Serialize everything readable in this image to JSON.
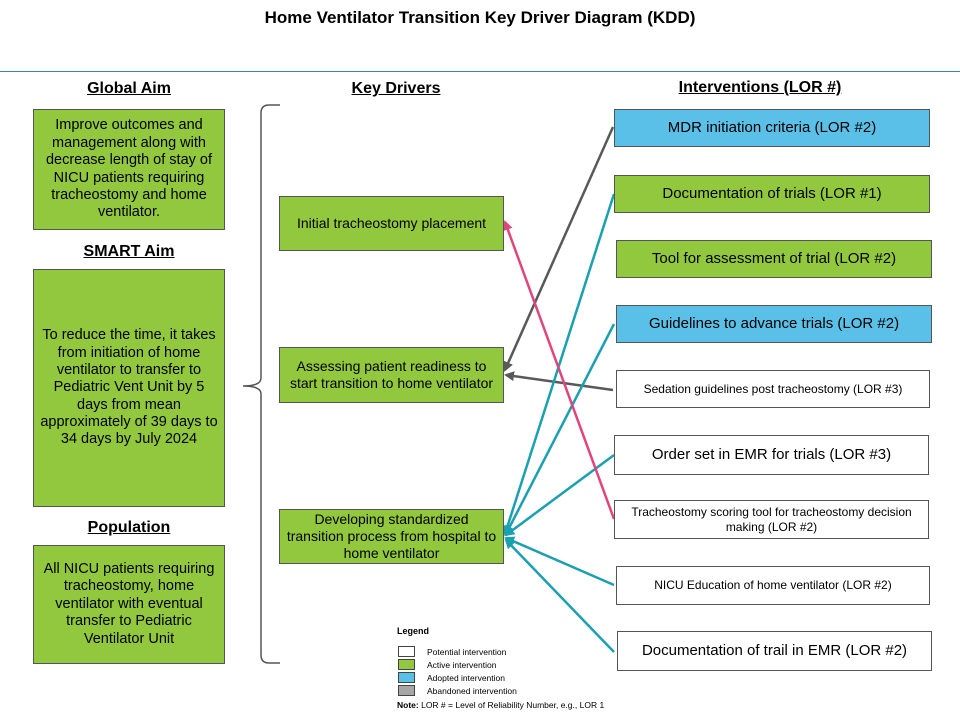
{
  "title": "Home Ventilator Transition Key Driver Diagram (KDD)",
  "headers": {
    "global_aim": "Global Aim",
    "smart_aim": "SMART Aim",
    "population": "Population",
    "key_drivers": "Key Drivers",
    "interventions": "Interventions (LOR #)"
  },
  "global_aim_text": "Improve outcomes and management along with decrease length of stay of NICU patients requiring tracheostomy and home ventilator.",
  "smart_aim_text": "To reduce the time, it takes from initiation of home ventilator to transfer to Pediatric Vent Unit by 5 days from mean approximately of 39 days to 34 days by July 2024",
  "population_text": "All NICU patients requiring tracheostomy, home ventilator with eventual transfer to Pediatric Ventilator Unit",
  "drivers": [
    "Initial tracheostomy placement",
    "Assessing patient readiness to start transition to home ventilator",
    "Developing standardized transition process from hospital to home ventilator"
  ],
  "interventions": [
    {
      "label": "MDR initiation criteria (LOR #2)",
      "status": "adopted"
    },
    {
      "label": "Documentation of trials (LOR #1)",
      "status": "active"
    },
    {
      "label": "Tool for assessment of trial (LOR #2)",
      "status": "active"
    },
    {
      "label": "Guidelines to advance trials (LOR #2)",
      "status": "adopted"
    },
    {
      "label": "Sedation guidelines post tracheostomy (LOR #3)",
      "status": "potential"
    },
    {
      "label": "Order set in EMR for trials (LOR #3)",
      "status": "potential"
    },
    {
      "label": "Tracheostomy scoring tool for tracheostomy decision making (LOR #2)",
      "status": "potential"
    },
    {
      "label": "NICU  Education of home ventilator (LOR #2)",
      "status": "potential"
    },
    {
      "label": "Documentation of trail in EMR (LOR #2)",
      "status": "potential"
    }
  ],
  "legend": {
    "title": "Legend",
    "items": [
      {
        "label": "Potential intervention",
        "color": "#ffffff"
      },
      {
        "label": "Active intervention",
        "color": "#92c83e"
      },
      {
        "label": "Adopted intervention",
        "color": "#5bc0e8"
      },
      {
        "label": "Abandoned intervention",
        "color": "#a6a6a6"
      }
    ],
    "note_prefix": "Note:",
    "note_text": " LOR # = Level of Reliability Number, e.g., LOR 1"
  },
  "colors": {
    "active": "#92c83e",
    "adopted": "#5bc0e8",
    "teal_arrow": "#1aa0b0",
    "pink_arrow": "#e0457b",
    "gray_arrow": "#595959",
    "divider": "#2f8f83"
  }
}
